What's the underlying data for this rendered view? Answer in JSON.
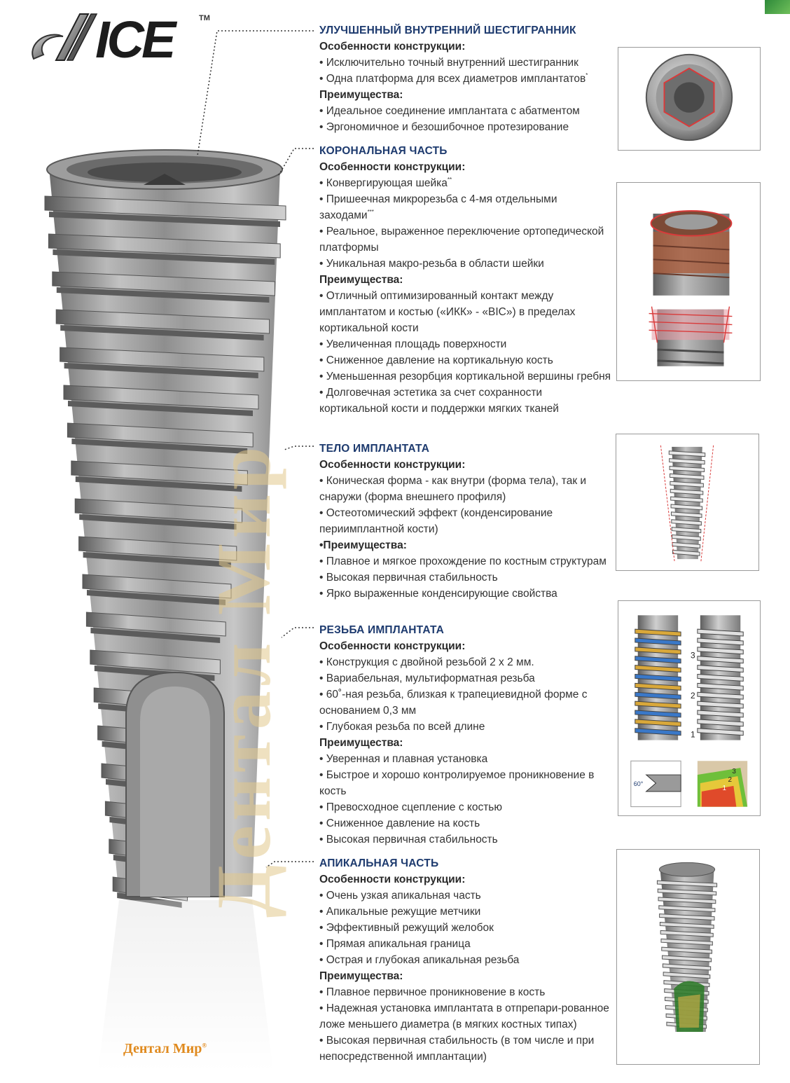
{
  "logo": {
    "text": "ICE",
    "tm": "TM"
  },
  "watermark": "Дентал Мир",
  "brand": {
    "name": "Дентал Мир",
    "reg": "®"
  },
  "sections": [
    {
      "id": "hex",
      "title": "УЛУЧШЕННЫЙ ВНУТРЕННИЙ ШЕСТИГРАННИК",
      "features_label": "Особенности конструкции:",
      "features": [
        "• Исключительно точный внутренний шестигранник",
        "• Одна платформа для всех диаметров имплантатов"
      ],
      "features_sup": [
        "",
        "*"
      ],
      "benefits_label": "Преимущества:",
      "benefits": [
        "• Идеальное соединение имплантата с абатментом",
        "• Эргономичное и безошибочное протезирование"
      ]
    },
    {
      "id": "coronal",
      "title": "КОРОНАЛЬНАЯ ЧАСТЬ",
      "features_label": "Особенности конструкции:",
      "features": [
        "• Конвергирующая шейка",
        "• Пришеечная микрорезьба с 4-мя отдельными заходами",
        "• Реальное, выраженное переключение ортопедической платформы",
        "• Уникальная макро-резьба в области шейки"
      ],
      "features_sup": [
        "**",
        "***",
        "",
        ""
      ],
      "benefits_label": "Преимущества:",
      "benefits": [
        "• Отличный оптимизированный контакт между имплантатом и костью («ИКК» - «BIC») в пределах кортикальной кости",
        "• Увеличенная площадь поверхности",
        "• Сниженное давление на кортикальную кость",
        "• Уменьшенная резорбция кортикальной вершины гребня",
        "• Долговечная эстетика за счет сохранности кортикальной кости и поддержки мягких тканей"
      ]
    },
    {
      "id": "body",
      "title": "ТЕЛО ИМПЛАНТАТА",
      "features_label": "Особенности конструкции:",
      "features": [
        "• Коническая форма - как внутри (форма тела), так и снаружи (форма внешнего профиля)",
        "• Остеотомический эффект (конденсирование периимплантной кости)"
      ],
      "features_sup": [
        "",
        ""
      ],
      "benefits_label": "•Преимущества:",
      "benefits": [
        "• Плавное и мягкое прохождение по костным структурам",
        "• Высокая первичная стабильность",
        "• Ярко выраженные конденсирующие свойства"
      ]
    },
    {
      "id": "thread",
      "title": "РЕЗЬБА ИМПЛАНТАТА",
      "features_label": "Особенности конструкции:",
      "features": [
        "• Конструкция с двойной резьбой 2 x 2 мм.",
        "• Вариабельная, мультиформатная резьба",
        "• 60˚-ная резьба, близкая к трапециевидной форме с основанием 0,3 мм",
        "• Глубокая резьба по всей длине"
      ],
      "features_sup": [
        "",
        "",
        "",
        ""
      ],
      "benefits_label": "Преимущества:",
      "benefits": [
        "•  Уверенная и плавная установка",
        "• Быстрое и хорошо контролируемое проникновение в кость",
        "• Превосходное сцепление с костью",
        "• Сниженное давление на кость",
        "• Высокая первичная стабильность"
      ]
    },
    {
      "id": "apical",
      "title": "АПИКАЛЬНАЯ ЧАСТЬ",
      "features_label": "Особенности конструкции:",
      "features": [
        "• Очень узкая апикальная часть",
        "• Апикальные режущие метчики",
        "• Эффективный режущий желобок",
        "• Прямая апикальная граница",
        "• Острая и глубокая апикальная резьба"
      ],
      "features_sup": [
        "",
        "",
        "",
        "",
        ""
      ],
      "benefits_label": "Преимущества:",
      "benefits": [
        "• Плавное первичное проникновение в кость",
        "• Надежная установка имплантата в отпрепари-рованное ложе меньшего диаметра (в мягких костных типах)",
        "• Высокая первичная стабильность (в том числе и при непосредственной имплантации)"
      ]
    }
  ],
  "thread_figure": {
    "labels": [
      "3",
      "2",
      "1"
    ],
    "angle": "60°",
    "zone_labels": [
      "3",
      "2",
      "1"
    ]
  },
  "colors": {
    "title": "#1d3a6e",
    "watermark": "#e1c88c",
    "brand": "#e08a1e",
    "accent_red": "#d93a3a",
    "accent_green": "#2f7a2a"
  }
}
